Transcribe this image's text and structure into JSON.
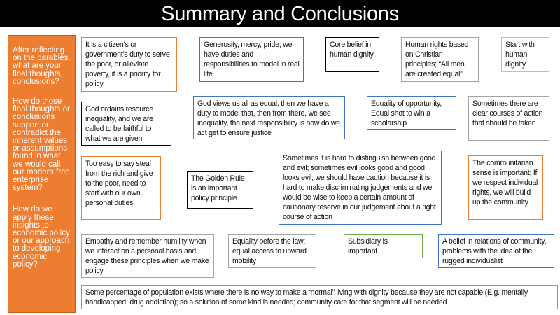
{
  "title": "Summary and Conclusions",
  "sidebar": {
    "questions": [
      "After reflecting on the parables, what are your final thoughts, conclusions?",
      "How do those final thoughts or conclusions support or contradict the inherent values or assumptions found in what we would call our modern free enterprise system?",
      "How do we apply these insights to economic policy or our approach to developing economic policy?"
    ]
  },
  "notes": [
    {
      "text": "It is a citizen’s or government’s duty to serve the poor, or alleviate poverty, it is a priority for policy",
      "color": "orange"
    },
    {
      "text": "Generosity, mercy, pride; we have duties and responsibilities to model in real life",
      "color": "blue"
    },
    {
      "text": "Core belief in human dignity",
      "color": "black"
    },
    {
      "text": "Human rights based on Christian principles; “All men are created equal”",
      "color": "gray"
    },
    {
      "text": "Start with human dignity",
      "color": "yellow"
    },
    {
      "text": "God ordains resource inequality, and we are called to be faithful to what we are given",
      "color": "black"
    },
    {
      "text": "God views us all as equal, then we have a duty to model that, then from there, we see inequality, the next responsibility is how do we act get to ensure justice",
      "color": "blue"
    },
    {
      "text": "Equality of opportunity, Equal shot to win a scholarship",
      "color": "blue"
    },
    {
      "text": "Sometimes there are clear courses of action that should be taken",
      "color": "gray"
    },
    {
      "text": "Too easy to say steal from the rich and give to the poor, need to start with our own personal duties",
      "color": "orange"
    },
    {
      "text": "The Golden Rule is an important policy principle",
      "color": "black"
    },
    {
      "text": "Sometimes it is hard to distinguish between good and evil; sometimes evil looks good and good looks evil;  we should have caution because it is hard to make discriminating judgements and we would be wise to keep a certain amount of cautionary reserve in our judgement about a right course of action",
      "color": "blue"
    },
    {
      "text": "The communitarian sense is important; If we respect individual rights, we will build up the community",
      "color": "orange"
    },
    {
      "text": "Empathy and remember humility when we interact on a personal basis and engage these principles when we make policy",
      "color": "gray"
    },
    {
      "text": "Equality before the law; equal access to upward mobility",
      "color": "gray"
    },
    {
      "text": "Subsidiary is important",
      "color": "green"
    },
    {
      "text": "A belief in relations of community, problems with the idea of the rugged individualist",
      "color": "blue"
    },
    {
      "text": "Some percentage of population exists where there is no way to make a “normal” living with dignity because they are not capable (E.g. mentally handicapped, drug addiction); so a solution of some kind is needed; community care for that segment will be needed",
      "color": "orange"
    }
  ]
}
